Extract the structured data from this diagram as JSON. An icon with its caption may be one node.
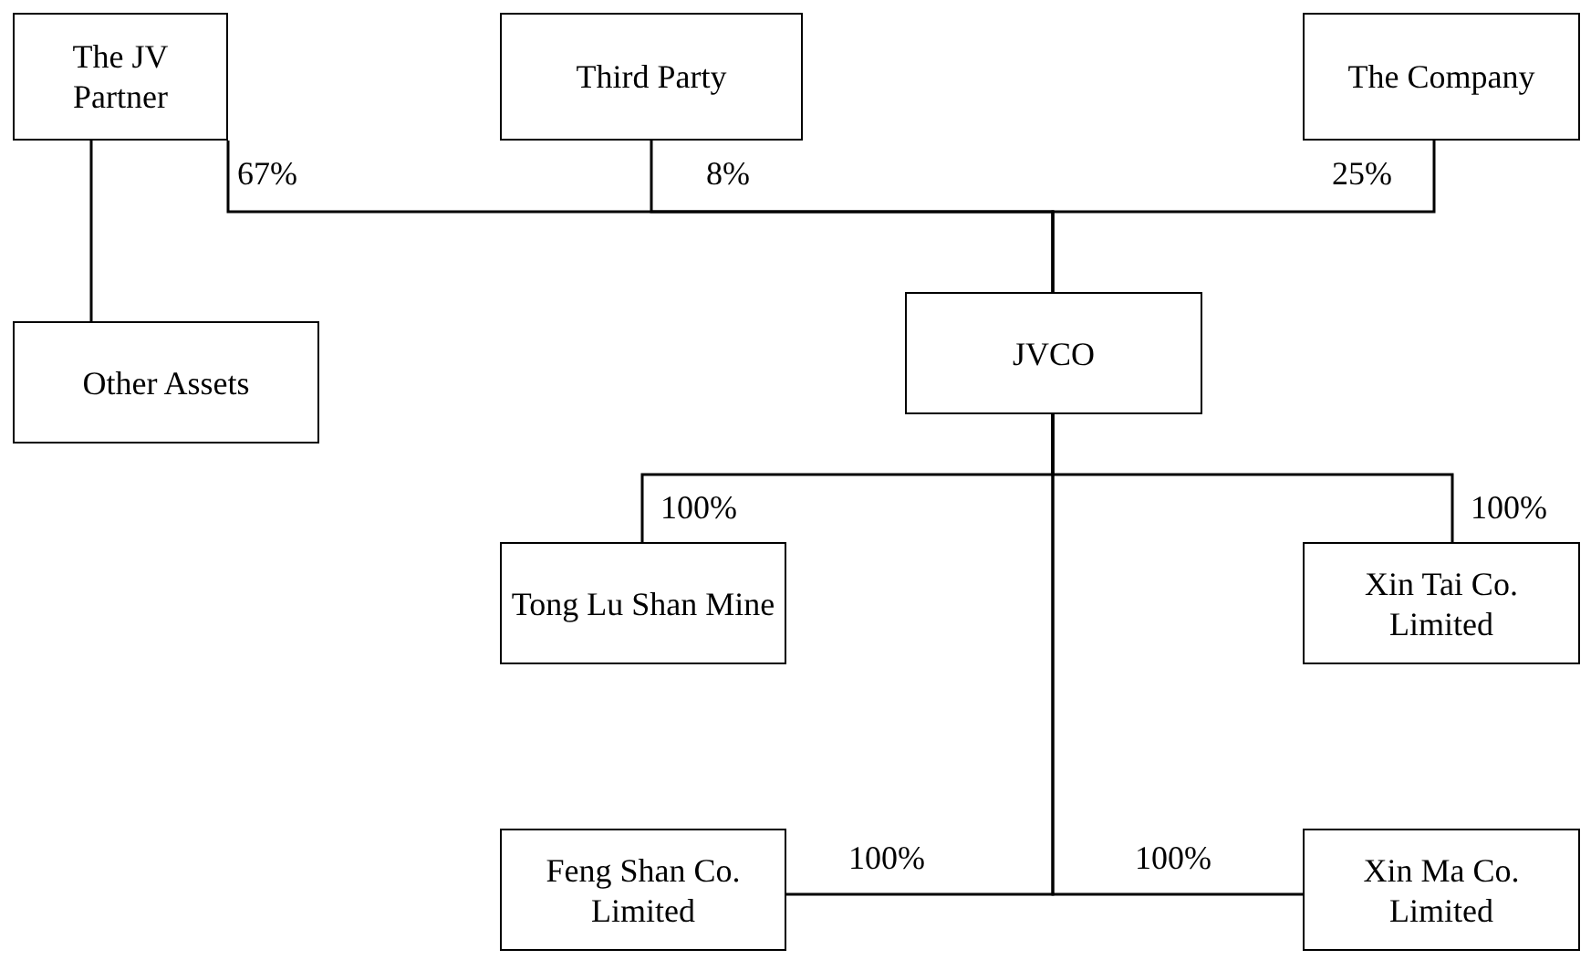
{
  "diagram": {
    "nodes": [
      {
        "text": [
          "The JV Partner"
        ]
      },
      {
        "text": [
          "Third Party"
        ]
      },
      {
        "text": [
          "The Company"
        ]
      },
      {
        "text": [
          "Other Assets"
        ]
      },
      {
        "text": [
          "JVCO"
        ]
      },
      {
        "text": [
          "Tong Lu Shan Mine"
        ]
      },
      {
        "text": [
          "Xin Tai Co. Limited"
        ]
      },
      {
        "text": [
          "Feng Shan Co. Limited"
        ]
      },
      {
        "text": [
          "Xin Ma Co. Limited"
        ]
      }
    ],
    "edges": [
      {
        "from": 0,
        "to": 4,
        "arrow": "none",
        "label": "67%"
      },
      {
        "from": 1,
        "to": 4,
        "arrow": "none",
        "label": "8%"
      },
      {
        "from": 2,
        "to": 4,
        "arrow": "none",
        "label": "25%"
      },
      {
        "from": 0,
        "to": 3,
        "arrow": "none"
      },
      {
        "from": 4,
        "to": 5,
        "arrow": "none",
        "label": "100%"
      },
      {
        "from": 4,
        "to": 6,
        "arrow": "none",
        "label": "100%"
      },
      {
        "from": 4,
        "to": 7,
        "arrow": "none",
        "label": "100%"
      },
      {
        "from": 4,
        "to": 8,
        "arrow": "none",
        "label": "100%"
      }
    ]
  }
}
